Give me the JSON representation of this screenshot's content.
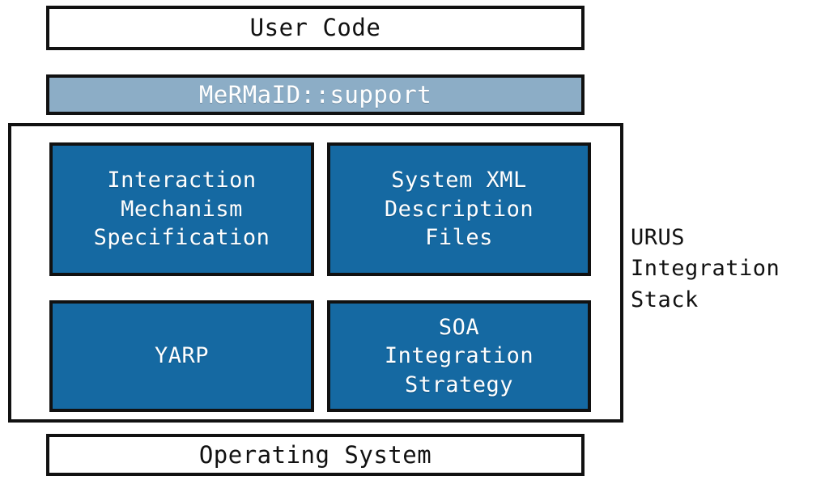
{
  "diagram": {
    "title": "URUS Integration Stack",
    "colors": {
      "component_fill": "#1569a2",
      "support_fill": "#8cadc6",
      "border": "#111111",
      "page_background": "#ffffff",
      "component_text": "#ffffff",
      "layer_text": "#111111"
    },
    "layers": {
      "top": {
        "label": "User Code"
      },
      "middleware": {
        "label": "MeRMaID::support"
      },
      "bottom": {
        "label": "Operating System"
      }
    },
    "stack": {
      "annotation": "URUS\nIntegration\nStack",
      "components": [
        {
          "id": "interaction-mechanism-specification",
          "label": "Interaction\nMechanism\nSpecification",
          "row": 1,
          "column": 1
        },
        {
          "id": "system-xml-description-files",
          "label": "System XML\nDescription\nFiles",
          "row": 1,
          "column": 2
        },
        {
          "id": "yarp",
          "label": "YARP",
          "row": 2,
          "column": 1
        },
        {
          "id": "soa-integration-strategy",
          "label": "SOA\nIntegration\nStrategy",
          "row": 2,
          "column": 2
        }
      ]
    }
  }
}
